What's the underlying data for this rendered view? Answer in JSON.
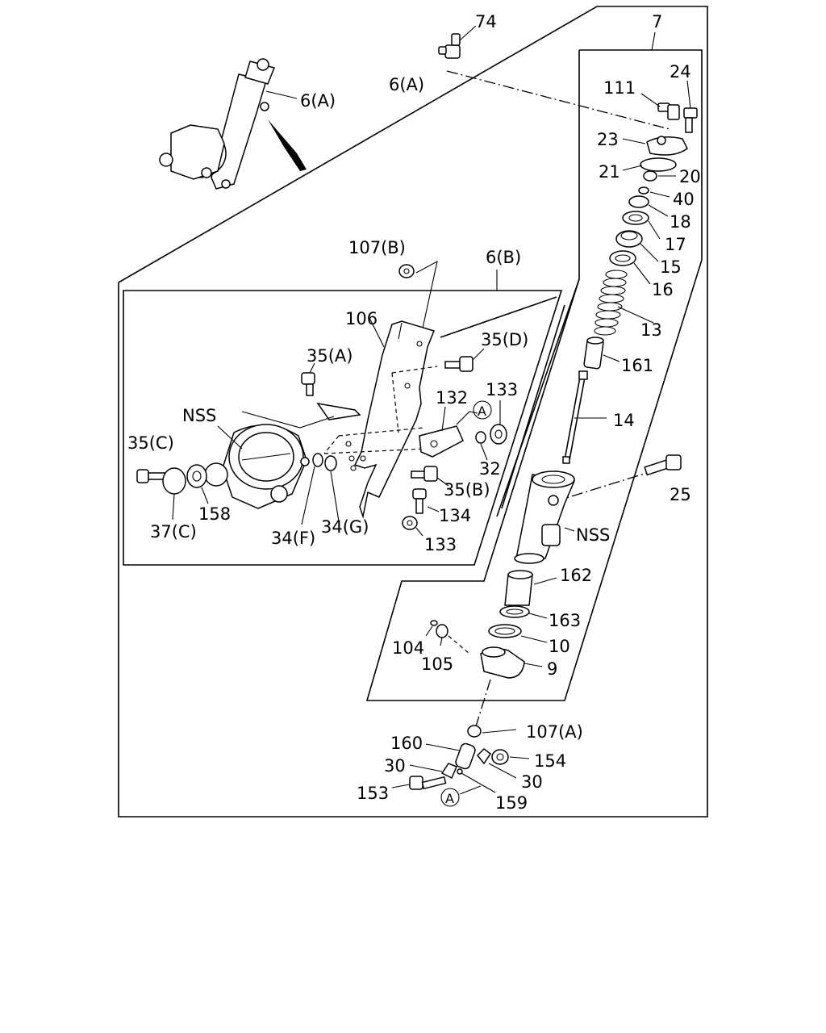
{
  "labels": {
    "l74": "74",
    "l7": "7",
    "l24": "24",
    "l111": "111",
    "l6a_top": "6(A)",
    "l6a_mid": "6(A)",
    "l23": "23",
    "l21": "21",
    "l20": "20",
    "l40": "40",
    "l18": "18",
    "l17": "17",
    "l15": "15",
    "l16": "16",
    "l13": "13",
    "l161": "161",
    "l14": "14",
    "l25": "25",
    "lnss_right": "NSS",
    "l162": "162",
    "l163": "163",
    "l10": "10",
    "l9": "9",
    "l104": "104",
    "l105": "105",
    "l107a": "107(A)",
    "l160": "160",
    "l154": "154",
    "l30a": "30",
    "l30b": "30",
    "l153": "153",
    "l159": "159",
    "lA_bottom": "A",
    "l107b": "107(B)",
    "l6b": "6(B)",
    "l106": "106",
    "l35d": "35(D)",
    "l35a": "35(A)",
    "l133_top": "133",
    "l132": "132",
    "lA_mid": "A",
    "lnss_left": "NSS",
    "l35c": "35(C)",
    "l32": "32",
    "l35b": "35(B)",
    "l134": "134",
    "l133_bottom": "133",
    "l158": "158",
    "l37c": "37(C)",
    "l34f": "34(F)",
    "l34g": "34(G)"
  }
}
